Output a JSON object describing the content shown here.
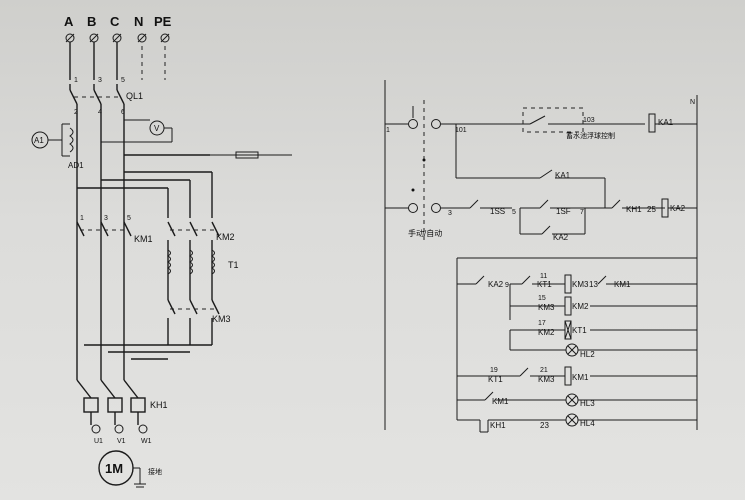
{
  "power_circuit": {
    "phases": [
      "A",
      "B",
      "C",
      "N",
      "PE"
    ],
    "breaker_label": "QL1",
    "breaker_nums": [
      "1",
      "3",
      "5",
      "2",
      "4",
      "6"
    ],
    "ammeter": "A1",
    "voltmeter": "V",
    "ammeter_switch": "AD1",
    "km1_label": "KM1",
    "km2_label": "KM2",
    "km3_label": "KM3",
    "transformer_label": "T1",
    "overload_label": "KH1",
    "terminals": [
      "U1",
      "V1",
      "W1"
    ],
    "motor_label": "1M",
    "ground_label": "接地"
  },
  "control_circuit": {
    "left_node": "1",
    "right_node": "N",
    "node_101": "101",
    "node_103": "103",
    "float_switch": "蓄水池浮球控制",
    "ka1_coil": "KA1",
    "ka1_contact": "KA1",
    "ka2_contact": "KA2",
    "ka2_coil": "KA2",
    "mode_switch": "手动/自动",
    "node_3": "3",
    "node_5": "5",
    "node_7": "7",
    "node_25": "25",
    "stop_button": "1SS",
    "start_button": "1SF",
    "kh1_contact": "KH1",
    "ka2_lower": "KA2",
    "node_9": "9",
    "kt1_contact": "KT1",
    "km3_coil": "KM3",
    "node_13": "13",
    "km1_interlock": "KM1",
    "node_11": "11",
    "node_15": "15",
    "km3_contact": "KM3",
    "km2_coil": "KM2",
    "node_17": "17",
    "km2_contact": "KM2",
    "kt1_coil": "KT1",
    "hl2": "HL2",
    "node_19": "19",
    "kt1_delay": "KT1",
    "node_21": "21",
    "km3_nc": "KM3",
    "km1_coil": "KM1",
    "km1_contact": "KM1",
    "hl3": "HL3",
    "kh1_nc": "KH1",
    "node_23": "23",
    "hl4": "HL4"
  }
}
